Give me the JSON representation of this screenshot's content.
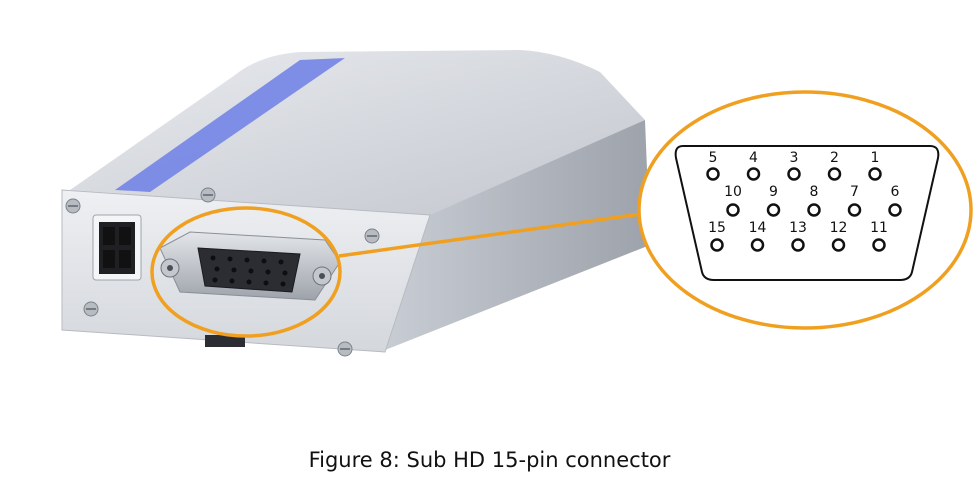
{
  "caption": "Figure 8: Sub HD 15-pin connector",
  "colors": {
    "highlight": "#f0a020",
    "body_light": "#dcdfe4",
    "body_dark": "#a8adb5",
    "led_blue": "#5a6ee8",
    "connector_dark": "#2b2d33"
  },
  "pinout": {
    "row1": [
      "5",
      "4",
      "3",
      "2",
      "1"
    ],
    "row2": [
      "10",
      "9",
      "8",
      "7",
      "6"
    ],
    "row3": [
      "15",
      "14",
      "13",
      "12",
      "11"
    ]
  }
}
